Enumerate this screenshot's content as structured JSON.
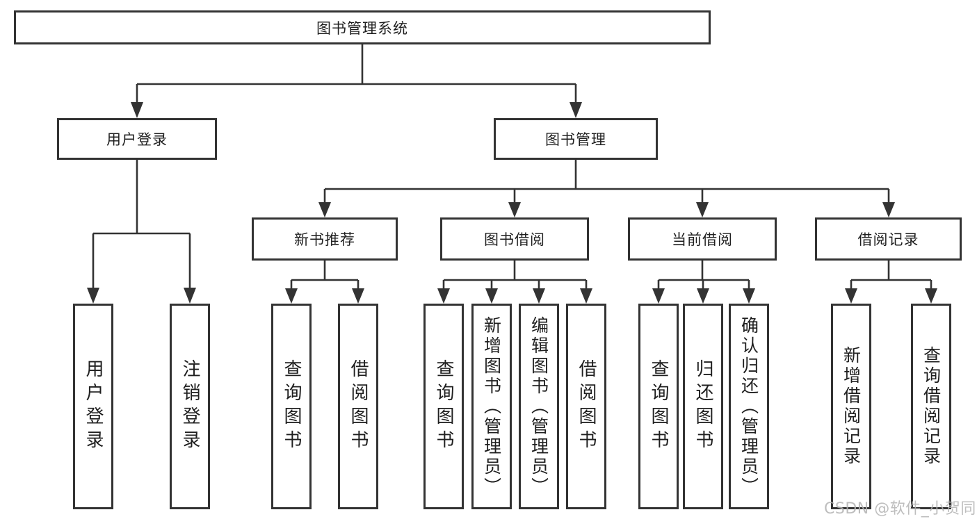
{
  "tree": {
    "root": {
      "label": "图书管理系统",
      "children": [
        {
          "label": "用户登录",
          "children": [
            {
              "label": "用户登录"
            },
            {
              "label": "注销登录"
            }
          ]
        },
        {
          "label": "图书管理",
          "children": [
            {
              "label": "新书推荐",
              "children": [
                {
                  "label": "查询图书"
                },
                {
                  "label": "借阅图书"
                }
              ]
            },
            {
              "label": "图书借阅",
              "children": [
                {
                  "label": "查询图书"
                },
                {
                  "label": "新增图书（管理员）"
                },
                {
                  "label": "编辑图书（管理员）"
                },
                {
                  "label": "借阅图书"
                }
              ]
            },
            {
              "label": "当前借阅",
              "children": [
                {
                  "label": "查询图书"
                },
                {
                  "label": "归还图书"
                },
                {
                  "label": "确认归还（管理员）"
                }
              ]
            },
            {
              "label": "借阅记录",
              "children": [
                {
                  "label": "新增借阅记录"
                },
                {
                  "label": "查询借阅记录"
                }
              ]
            }
          ]
        }
      ]
    }
  },
  "watermark": "CSDN @软件_小贺同学",
  "colors": {
    "line": "#333333",
    "box_border": "#333333",
    "text": "#1f1f1f",
    "watermark": "#b3b3b3",
    "background": "#ffffff"
  }
}
